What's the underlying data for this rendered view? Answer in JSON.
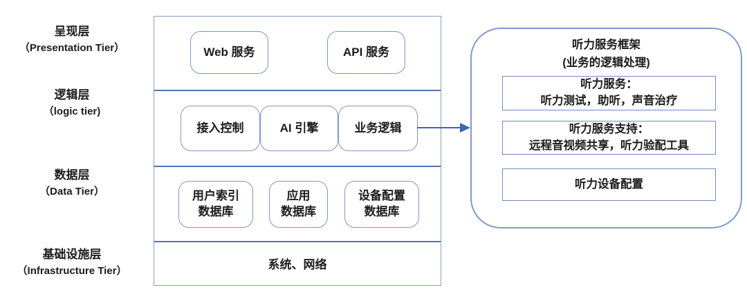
{
  "colors": {
    "divider_blue": "#5470b4",
    "outer_border": "#8b9cc7",
    "rounded_box_border": "#7e96c8",
    "panel_border": "#7f9ac9",
    "panel_item_border": "#6f8bbf",
    "arrow_blue": "#3e63b6",
    "text": "#1c1c1c",
    "background": "#ffffff"
  },
  "tiers": [
    {
      "zh": "呈现层",
      "en": "（Presentation Tier）"
    },
    {
      "zh": "逻辑层",
      "en": "（logic tier)"
    },
    {
      "zh": "数据层",
      "en": "（Data Tier）"
    },
    {
      "zh": "基础设施层",
      "en": "（Infrastructure Tier）"
    }
  ],
  "stack": {
    "presentation": {
      "boxes": [
        "Web 服务",
        "API 服务"
      ]
    },
    "logic": {
      "boxes": [
        "接入控制",
        "AI 引擎",
        "业务逻辑"
      ]
    },
    "data": {
      "boxes": [
        {
          "l1": "用户索引",
          "l2": "数据库"
        },
        {
          "l1": "应用",
          "l2": "数据库"
        },
        {
          "l1": "设备配置",
          "l2": "数据库"
        }
      ]
    },
    "infrastructure": {
      "label": "系统、网络"
    }
  },
  "panel": {
    "title_line1": "听力服务框架",
    "title_line2": "(业务的逻辑处理)",
    "items": [
      {
        "l1": "听力服务：",
        "l2": "听力测试，助听，声音治疗"
      },
      {
        "l1": "听力服务支持：",
        "l2": "远程音视频共享，听力验配工具"
      },
      {
        "l1": "听力设备配置"
      }
    ]
  }
}
